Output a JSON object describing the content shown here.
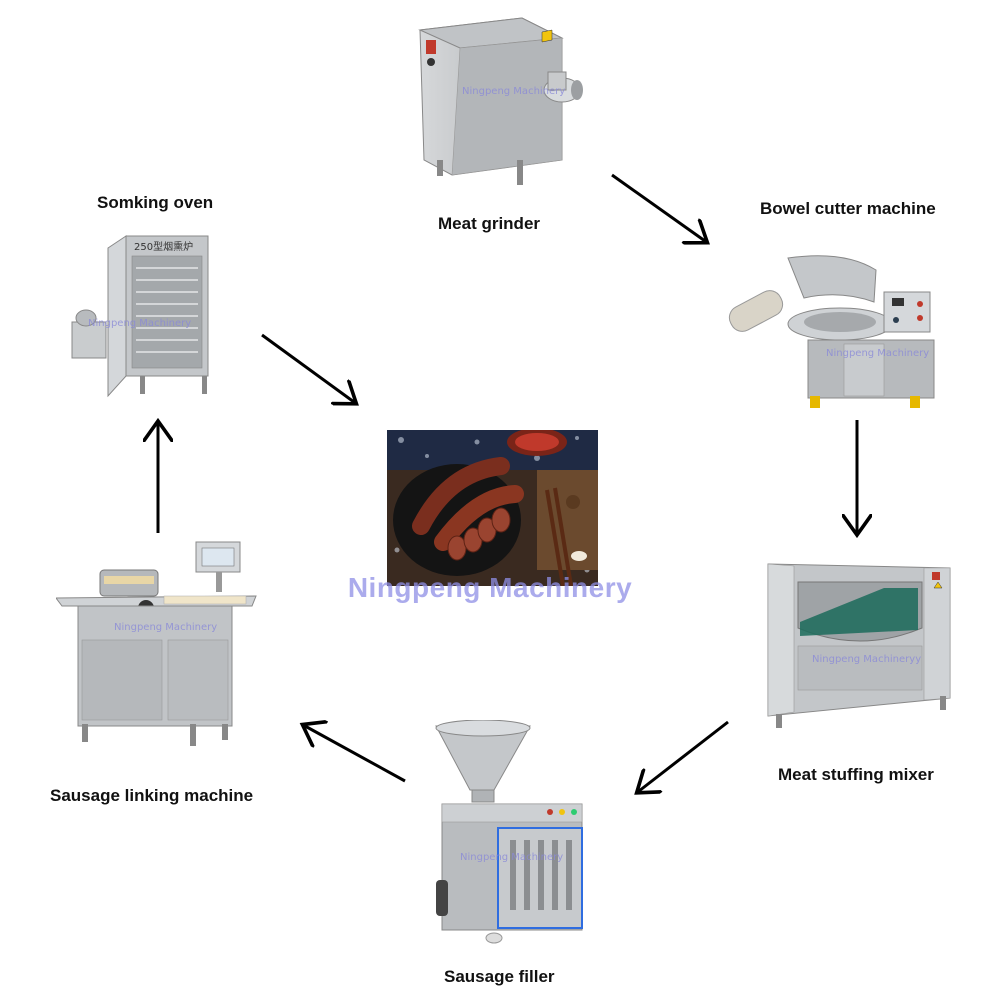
{
  "labels": {
    "meat_grinder": "Meat grinder",
    "bowel_cutter": "Bowel cutter machine",
    "mixer": "Meat stuffing mixer",
    "filler": "Sausage filler",
    "linking": "Sausage linking machine",
    "oven": "Somking oven"
  },
  "watermark": "Ningpeng Machinery",
  "machine_watermark": "Ningpeng Machinery",
  "oven_plate": "250型烟熏炉",
  "colors": {
    "steel": "#c9cbcd",
    "steel_dark": "#8e9194",
    "arrow": "#000000",
    "watermark": "#8f8fe6",
    "plate_bg": "#3a2a20"
  }
}
